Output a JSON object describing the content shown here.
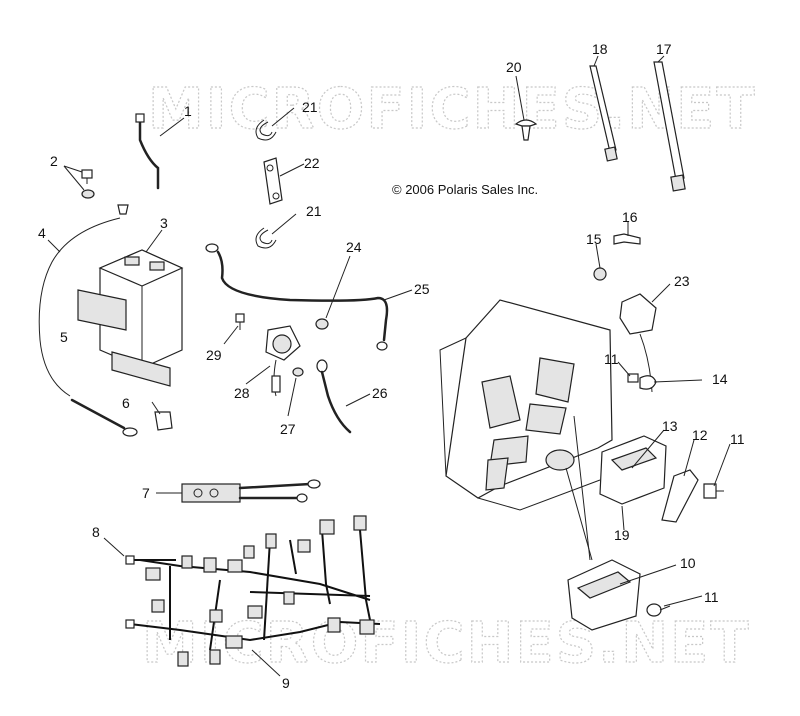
{
  "watermark": "MICROFICHES.NET",
  "copyright": "© 2006 Polaris Sales Inc.",
  "callouts": {
    "c1": "1",
    "c2": "2",
    "c3": "3",
    "c4": "4",
    "c5": "5",
    "c6": "6",
    "c7": "7",
    "c8": "8",
    "c9": "9",
    "c10": "10",
    "c11a": "11",
    "c11b": "11",
    "c11c": "11",
    "c12": "12",
    "c13": "13",
    "c14": "14",
    "c15": "15",
    "c16": "16",
    "c17": "17",
    "c18": "18",
    "c19": "19",
    "c20": "20",
    "c21a": "21",
    "c21b": "21",
    "c22": "22",
    "c23": "23",
    "c24": "24",
    "c25": "25",
    "c26": "26",
    "c27": "27",
    "c28": "28",
    "c29": "29"
  }
}
